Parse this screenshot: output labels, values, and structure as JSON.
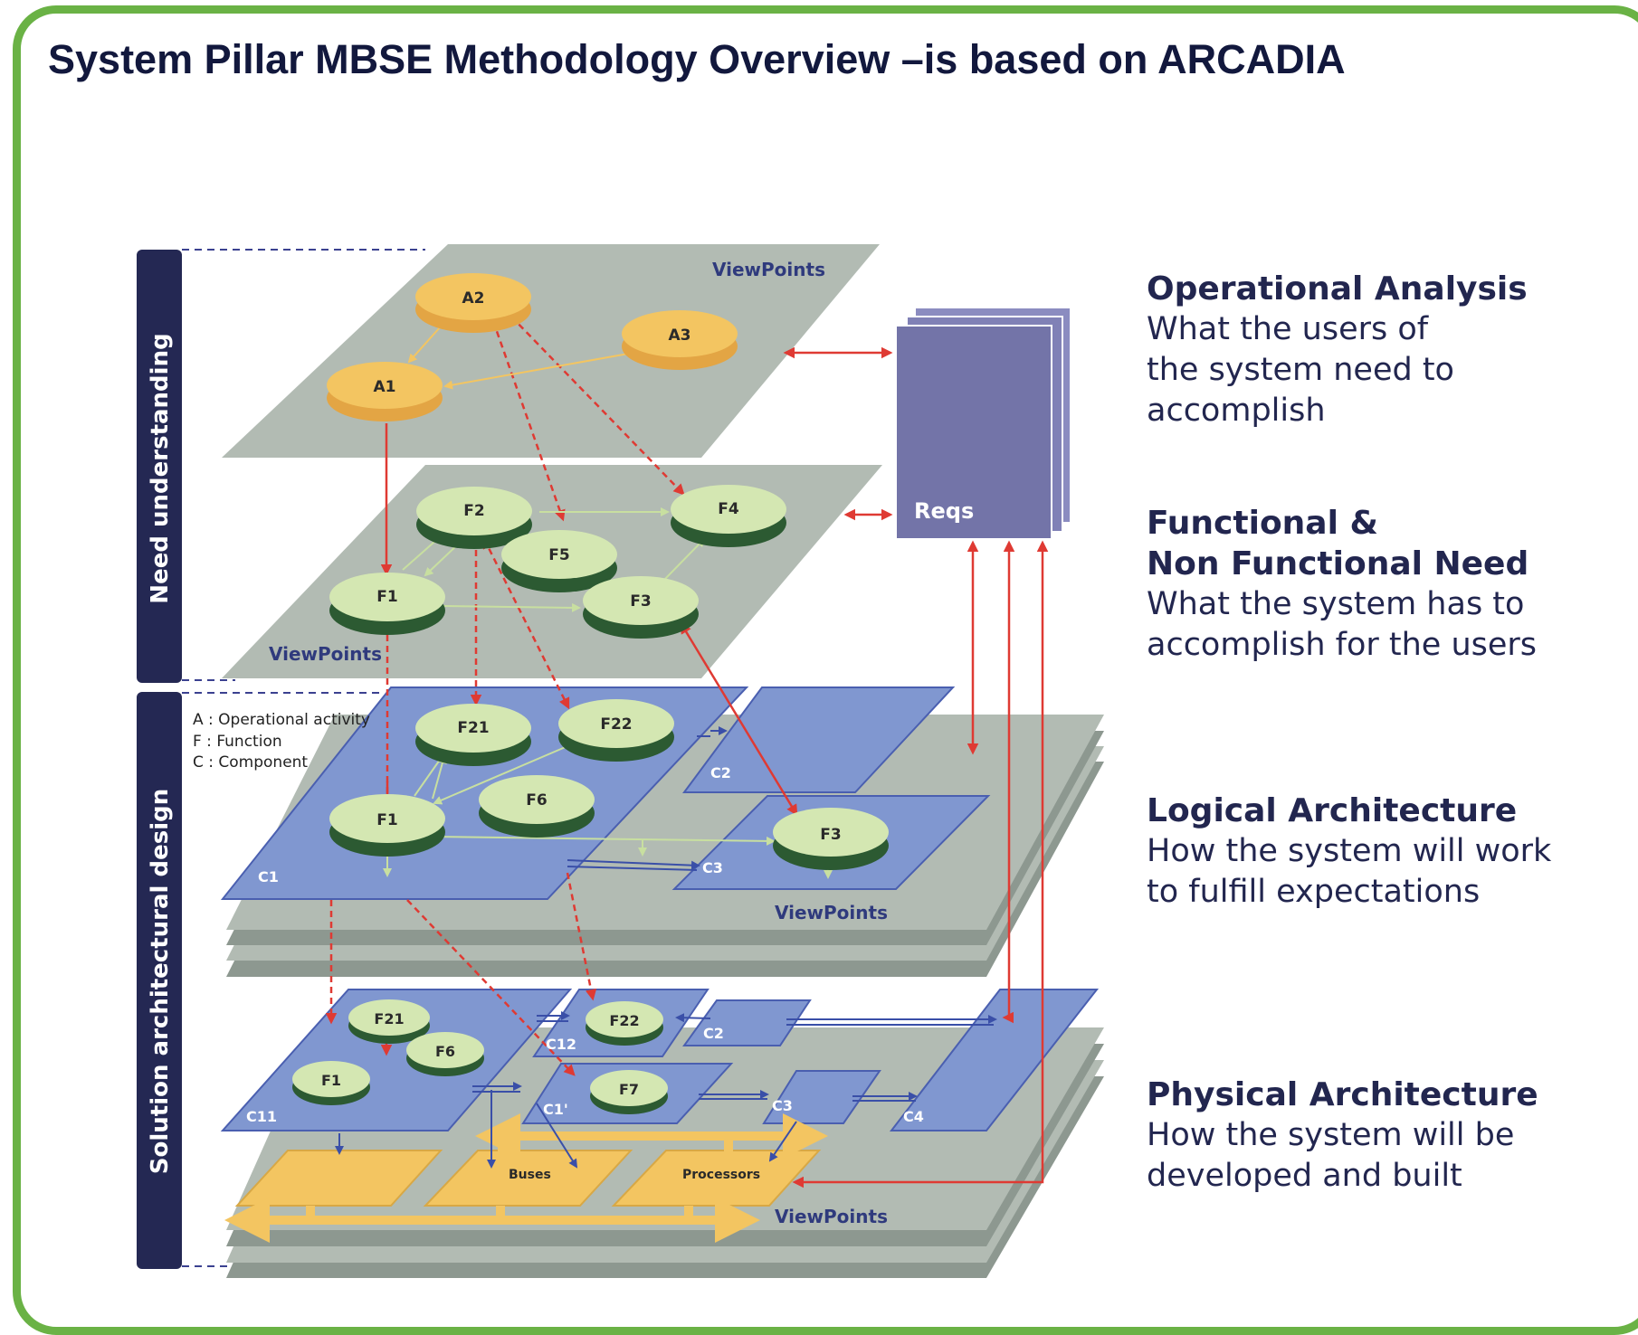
{
  "title": "System Pillar MBSE Methodology Overview –is based on ARCADIA",
  "colors": {
    "frame": "#6ab245",
    "title_text": "#12183d",
    "grey_plane": "#b2bbb3",
    "blue_plane": "#7f92cc",
    "orange_node": "#f3c561",
    "green_node": "#d4e7b2",
    "green_node_base": "#2c5a32",
    "reqs": "#7374a8",
    "link_red": "#df3a33",
    "side_bar": "#242853",
    "right_text": "#22264f"
  },
  "side_bars": {
    "top": "Need understanding",
    "bottom": "Solution architectural design"
  },
  "legend": [
    "A : Operational activity",
    "F : Function",
    "C : Component"
  ],
  "reqs_label": "Reqs",
  "operational_layer": {
    "viewpoints": "ViewPoints",
    "activities": [
      "A2",
      "A3",
      "A1"
    ]
  },
  "functional_layer": {
    "viewpoints": "ViewPoints",
    "functions": [
      "F2",
      "F4",
      "F5",
      "F1",
      "F3"
    ]
  },
  "logical_layer": {
    "viewpoints": "ViewPoints",
    "components": [
      "C1",
      "C2",
      "C3"
    ],
    "functions": [
      "F21",
      "F22",
      "F6",
      "F1",
      "F3"
    ]
  },
  "physical_layer": {
    "viewpoints": "ViewPoints",
    "components": [
      "C11",
      "C12",
      "C2",
      "C1'",
      "C3",
      "C4"
    ],
    "functions": [
      "F21",
      "F6",
      "F1",
      "F22",
      "F7"
    ],
    "buses_label": "Buses",
    "processors_label": "Processors"
  },
  "phases": [
    {
      "title": "Operational Analysis",
      "desc": "What the users of\nthe system need to\naccomplish"
    },
    {
      "title": "Functional &\nNon Functional Need",
      "desc": "What the system has to\naccomplish for the users"
    },
    {
      "title": "Logical Architecture",
      "desc": "How the system will work\nto fulfill expectations"
    },
    {
      "title": "Physical Architecture",
      "desc": "How the system will be\ndeveloped and built"
    }
  ]
}
